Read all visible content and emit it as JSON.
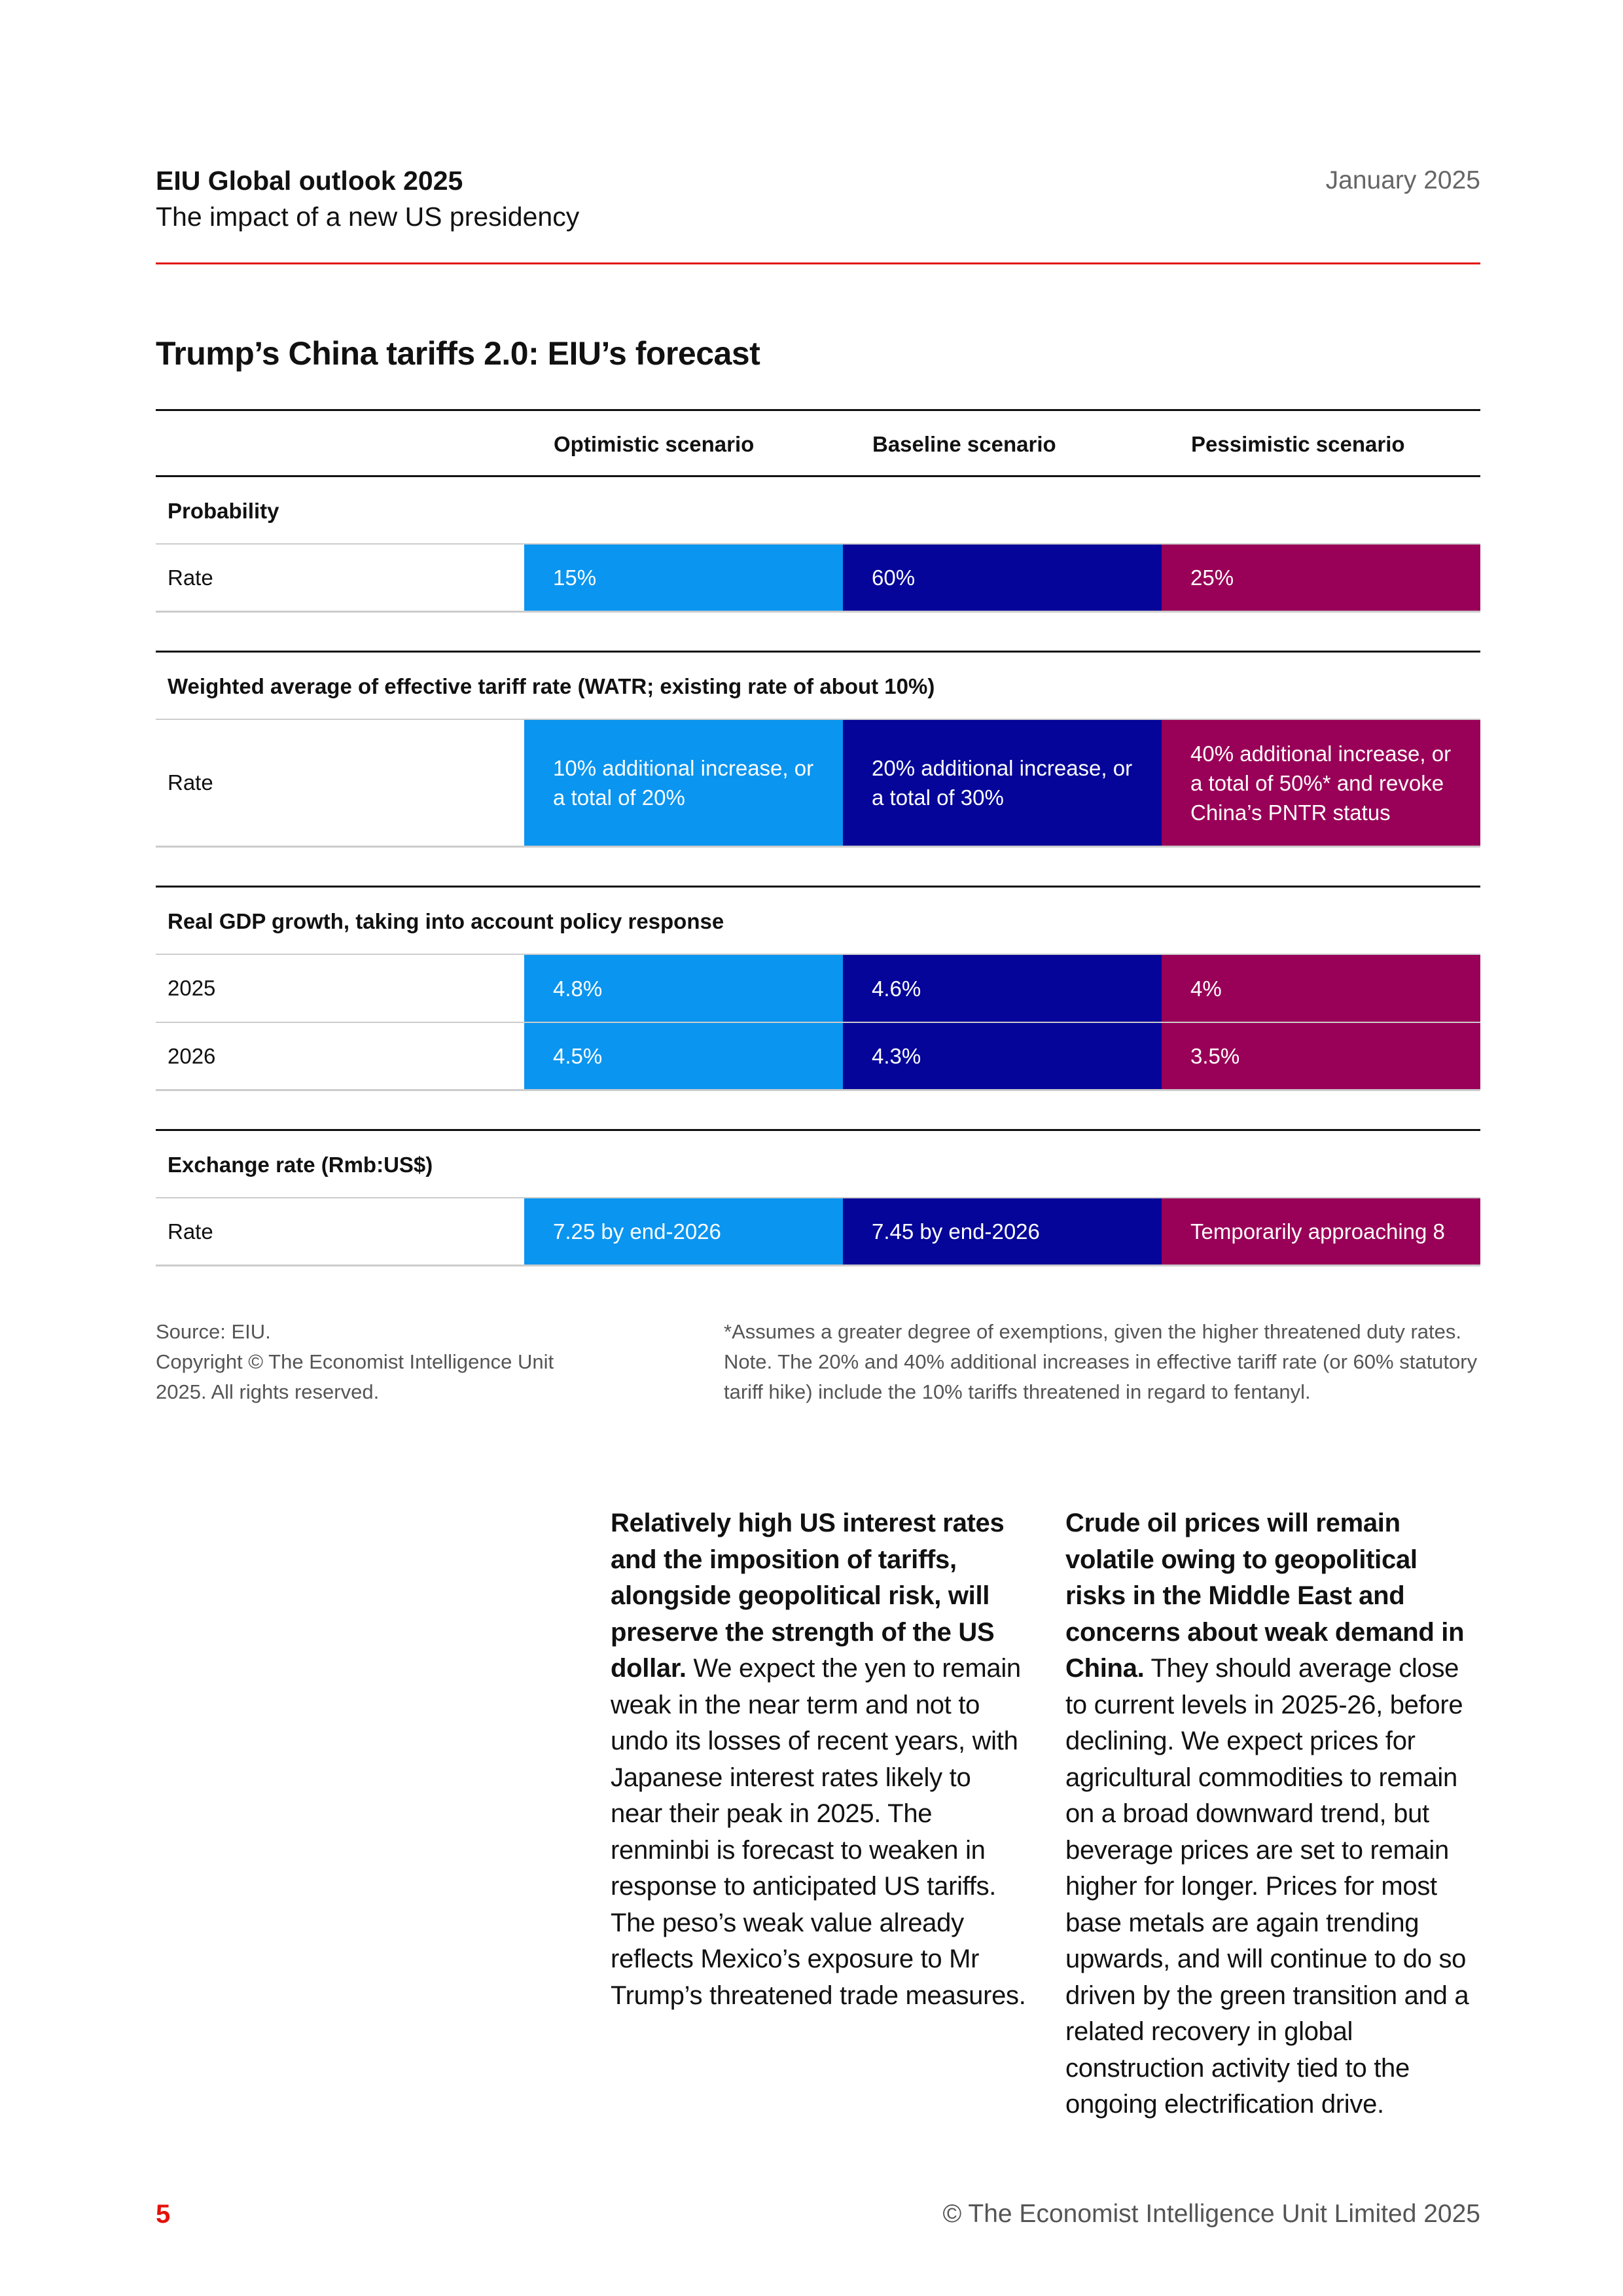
{
  "header": {
    "title": "EIU Global outlook 2025",
    "subtitle": "The impact of a new US presidency",
    "date": "January 2025"
  },
  "table": {
    "title": "Trump’s China tariffs 2.0: EIU’s forecast",
    "columns": [
      "Optimistic scenario",
      "Baseline scenario",
      "Pessimistic scenario"
    ],
    "colors": {
      "optimistic": "#0a95f0",
      "baseline": "#050599",
      "pessimistic": "#990057"
    },
    "sections": [
      {
        "heading": "Probability",
        "rows": [
          {
            "label": "Rate",
            "values": [
              "15%",
              "60%",
              "25%"
            ]
          }
        ]
      },
      {
        "heading": "Weighted average of effective tariff rate (WATR; existing rate of about 10%)",
        "rows": [
          {
            "label": "Rate",
            "values": [
              "10% additional increase, or a total of 20%",
              "20% additional increase, or a total of 30%",
              "40% additional increase, or a total of 50%* and revoke China’s PNTR status"
            ]
          }
        ]
      },
      {
        "heading": "Real GDP growth, taking into account policy response",
        "rows": [
          {
            "label": "2025",
            "values": [
              "4.8%",
              "4.6%",
              "4%"
            ]
          },
          {
            "label": "2026",
            "values": [
              "4.5%",
              "4.3%",
              "3.5%"
            ]
          }
        ]
      },
      {
        "heading": "Exchange rate (Rmb:US$)",
        "rows": [
          {
            "label": "Rate",
            "values": [
              "7.25 by end-2026",
              "7.45 by end-2026",
              "Temporarily approaching 8"
            ]
          }
        ]
      }
    ]
  },
  "notes": {
    "source": "Source: EIU.",
    "copyright": "Copyright © The Economist Intelligence Unit 2025. All rights reserved.",
    "footnote": "*Assumes a greater degree of exemptions, given the higher threatened duty rates. Note. The 20% and 40% additional increases in effective tariff rate (or 60% statutory tariff hike) include the 10% tariffs threatened in regard to fentanyl."
  },
  "body": {
    "left_lead": "Relatively high US interest rates and the imposition of tariffs, alongside geopolitical risk, will preserve the strength of the US dollar.",
    "left_text": " We expect the yen to remain weak in the near term and not to undo its losses of recent years, with Japanese interest rates likely to near their peak in 2025. The renminbi is forecast to weaken in response to anticipated US tariffs. The peso’s weak value already reflects Mexico’s exposure to Mr Trump’s threatened trade measures.",
    "right_lead": "Crude oil prices will remain volatile owing to geopolitical risks in the Middle East and concerns about weak demand in China.",
    "right_text": " They should average close to current levels in 2025-26, before declining. We expect prices for agricultural commodities to remain on a broad downward trend, but beverage prices are set to remain higher for longer. Prices for most base metals are again trending upwards, and will continue to do so driven by the green transition and a related recovery in global construction activity tied to the ongoing electrification drive."
  },
  "footer": {
    "page_number": "5",
    "copyright": "© The Economist Intelligence Unit Limited 2025"
  }
}
